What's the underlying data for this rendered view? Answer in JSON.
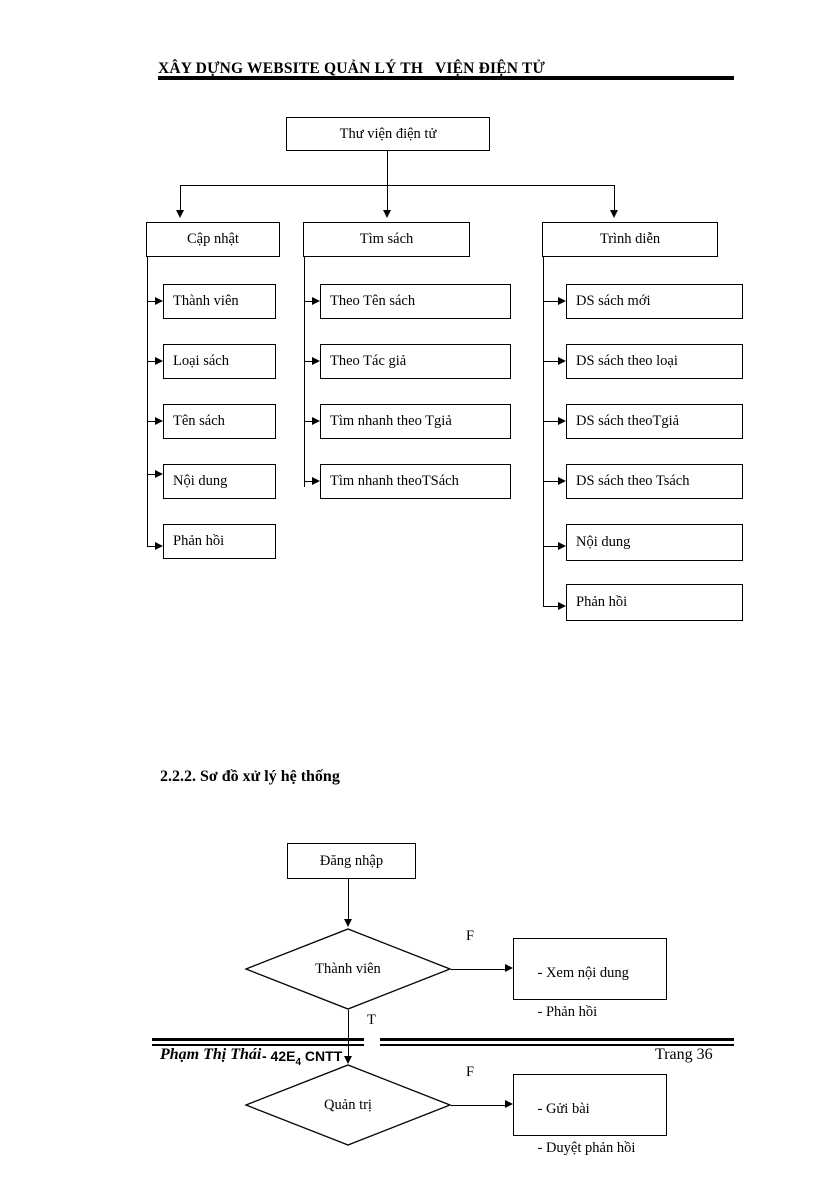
{
  "header": {
    "title": "XÂY DỰNG WEBSITE QUẢN LÝ TH   VIỆN ĐIỆN TỬ"
  },
  "tree_diagram": {
    "root": {
      "label": "Thư viện điện tử"
    },
    "branches": [
      {
        "label": "Cập nhật",
        "children": [
          {
            "label": "Thành viên"
          },
          {
            "label": "Loại sách"
          },
          {
            "label": "Tên sách"
          },
          {
            "label": "Nội dung"
          },
          {
            "label": "Phản hồi"
          }
        ]
      },
      {
        "label": "Tìm sách",
        "children": [
          {
            "label": "Theo Tên sách"
          },
          {
            "label": "Theo Tác giả"
          },
          {
            "label": "Tìm nhanh theo Tgiả"
          },
          {
            "label": "Tìm nhanh theoTSách"
          }
        ]
      },
      {
        "label": "Trình diễn",
        "children": [
          {
            "label": "DS sách mới"
          },
          {
            "label": "DS sách theo loại"
          },
          {
            "label": "DS sách theoTgiả"
          },
          {
            "label": "DS sách theo Tsách"
          },
          {
            "label": "Nội dung"
          },
          {
            "label": "Phản hồi"
          }
        ]
      }
    ]
  },
  "section": {
    "heading": "2.2.2. Sơ đồ xử lý hệ thống"
  },
  "flowchart": {
    "start": {
      "label": "Đăng nhập"
    },
    "decision1": {
      "label": "Thành viên"
    },
    "decision1_false_flag": "F",
    "decision1_true_flag": "T",
    "result1": {
      "line1": "- Xem nội dung",
      "line2": "- Phản hồi"
    },
    "decision2": {
      "label": "Quản trị"
    },
    "decision2_false_flag": "F",
    "result2": {
      "line1": "- Gửi bài",
      "line2": "- Duyệt phản hồi"
    }
  },
  "footer": {
    "author": "Phạm Thị Thái",
    "author_suffix_pre": "- 42E",
    "author_suffix_sub": "4",
    "author_suffix_post": " CNTT",
    "page": "Trang 36"
  }
}
